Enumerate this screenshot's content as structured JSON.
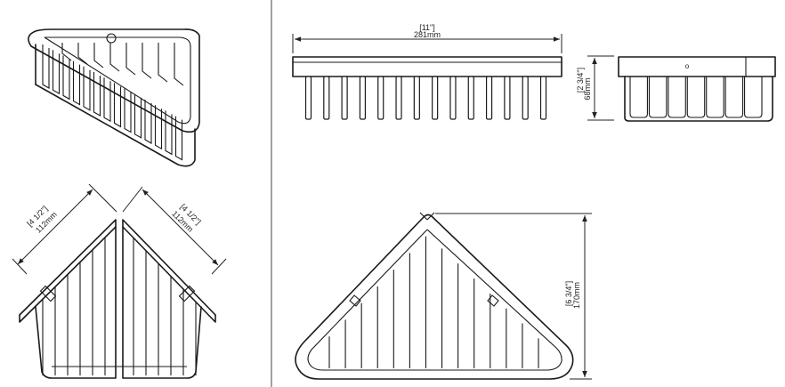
{
  "drawing": {
    "views": [
      {
        "name": "isometric-view"
      },
      {
        "name": "top-view-half-section"
      },
      {
        "name": "front-view"
      },
      {
        "name": "side-view"
      },
      {
        "name": "top-view"
      }
    ],
    "dimensions": {
      "length_in": "[11\"]",
      "length_mm": "281mm",
      "height_in": "[2 3/4\"]",
      "height_mm": "68mm",
      "depth_in": "[6 3/4\"]",
      "depth_mm": "170mm",
      "left_side_in": "[4 1/2\"]",
      "left_side_mm": "112mm",
      "right_side_in": "[4 1/2\"]",
      "right_side_mm": "112mm"
    },
    "side_view_mark": "o",
    "front_view_wire_count": 14,
    "side_view_wire_count": 8,
    "top_view_wire_count": 14
  },
  "colors": {
    "line": "#1a1a1a",
    "background": "#ffffff"
  }
}
